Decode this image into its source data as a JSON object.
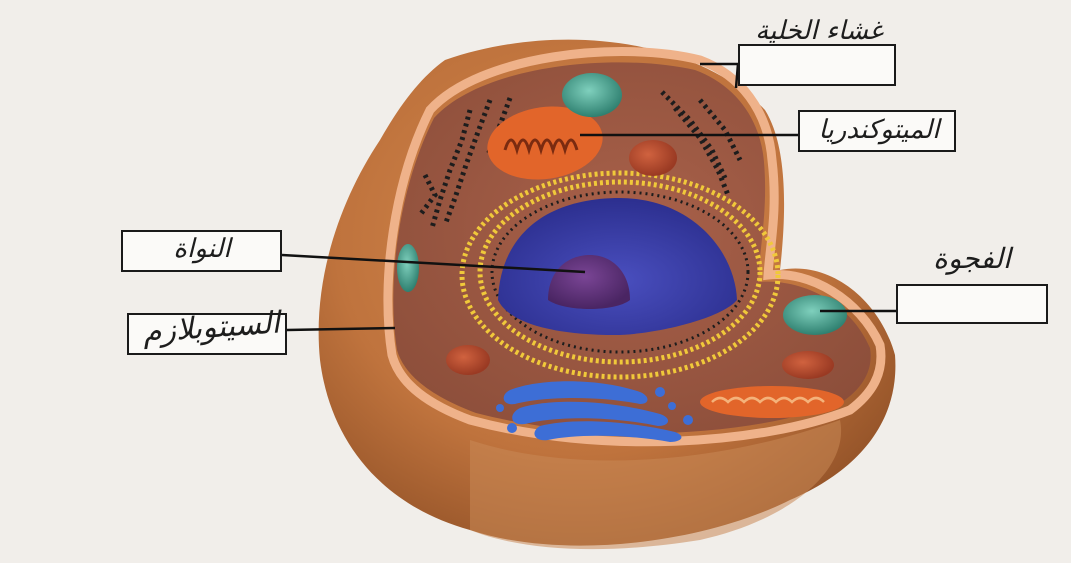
{
  "diagram": {
    "labels": {
      "cell_membrane": "غشاء الخلية",
      "mitochondria": "الميتوكندريا",
      "nucleus": "النواة",
      "cytoplasm": "السيتوبلازم",
      "vacuole": "الفجوة"
    },
    "colors": {
      "outer_shell": "#b86a38",
      "cytoplasm": "#9b5a42",
      "nucleus": "#3a3fa6",
      "nucleolus": "#5b2f7a",
      "mitochondria": "#e2652a",
      "vacuole": "#4aa08c",
      "golgi": "#3d6ed6",
      "endoplasmic_reticulum": "#f0c93a"
    }
  }
}
